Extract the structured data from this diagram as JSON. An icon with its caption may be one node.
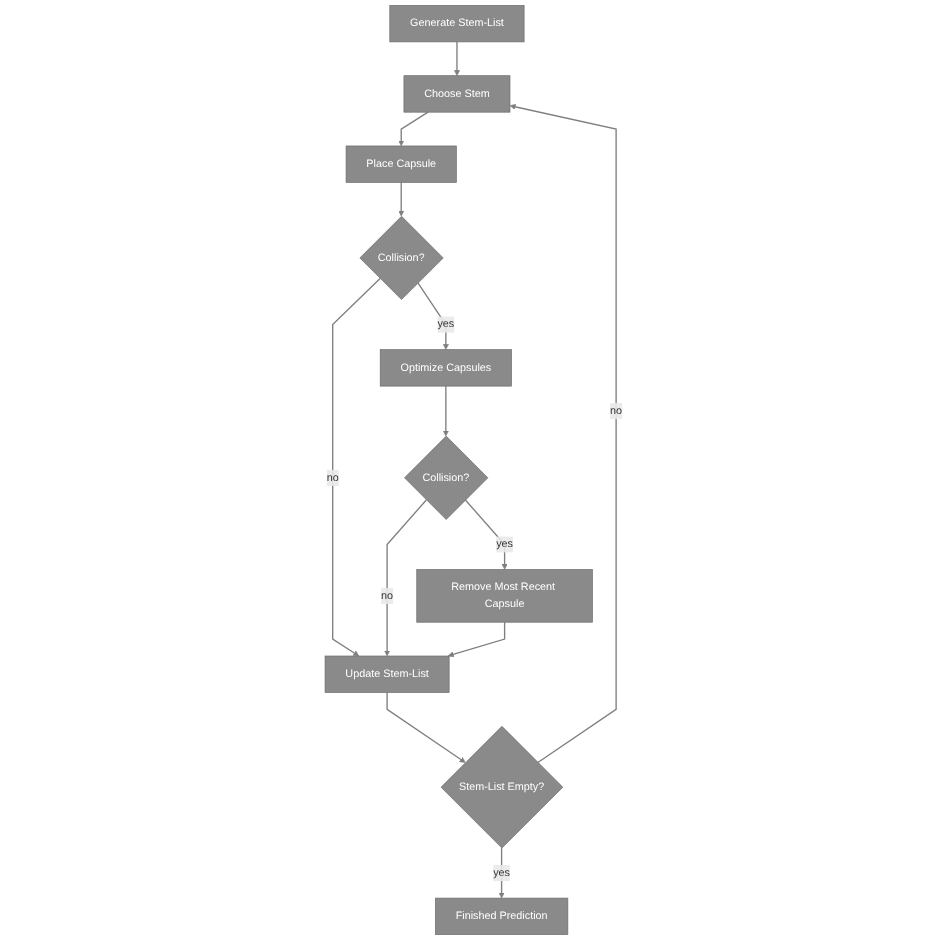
{
  "diagram": {
    "nodes": [
      {
        "text": [
          "Generate Stem-List"
        ]
      },
      {
        "text": [
          "Choose Stem"
        ]
      },
      {
        "text": [
          "Place Capsule"
        ]
      },
      {
        "text": [
          "Collision?"
        ]
      },
      {
        "text": [
          "Optimize Capsules"
        ]
      },
      {
        "text": [
          "Collision?"
        ]
      },
      {
        "text": [
          "Remove Most Recent Capsule"
        ]
      },
      {
        "text": [
          "Update Stem-List"
        ]
      },
      {
        "text": [
          "Stem-List Empty?"
        ]
      },
      {
        "text": [
          "Finished Prediction"
        ]
      }
    ],
    "edges": [
      {
        "from": 0,
        "to": 1,
        "arrow": "to"
      },
      {
        "from": 1,
        "to": 2,
        "arrow": "to"
      },
      {
        "from": 2,
        "to": 3,
        "arrow": "to"
      },
      {
        "from": 3,
        "to": 4,
        "arrow": "to",
        "label": "yes"
      },
      {
        "from": 3,
        "to": 7,
        "arrow": "to",
        "label": "no"
      },
      {
        "from": 4,
        "to": 5,
        "arrow": "to"
      },
      {
        "from": 5,
        "to": 6,
        "arrow": "to",
        "label": "yes"
      },
      {
        "from": 5,
        "to": 7,
        "arrow": "to",
        "label": "no"
      },
      {
        "from": 6,
        "to": 7,
        "arrow": "to"
      },
      {
        "from": 7,
        "to": 8,
        "arrow": "to"
      },
      {
        "from": 8,
        "to": 1,
        "arrow": "to",
        "label": "no"
      },
      {
        "from": 8,
        "to": 9,
        "arrow": "to",
        "label": "yes"
      }
    ]
  }
}
